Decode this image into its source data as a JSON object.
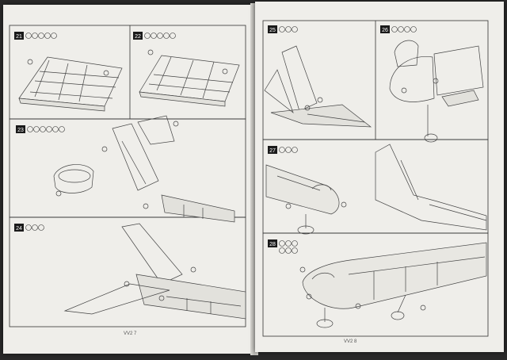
{
  "document": {
    "type": "model kit assembly instructions",
    "left_page": {
      "page_number": "VV2 7",
      "steps": [
        {
          "number": "21",
          "parts_count": 5
        },
        {
          "number": "22",
          "parts_count": 5
        },
        {
          "number": "23",
          "parts_count": 6
        },
        {
          "number": "24",
          "parts_count": 3
        }
      ]
    },
    "right_page": {
      "page_number": "VV2 8",
      "steps": [
        {
          "number": "25",
          "parts_count": 3
        },
        {
          "number": "26",
          "parts_count": 4
        },
        {
          "number": "27",
          "parts_count": 3
        },
        {
          "number": "28",
          "parts_count": 6
        }
      ]
    }
  }
}
